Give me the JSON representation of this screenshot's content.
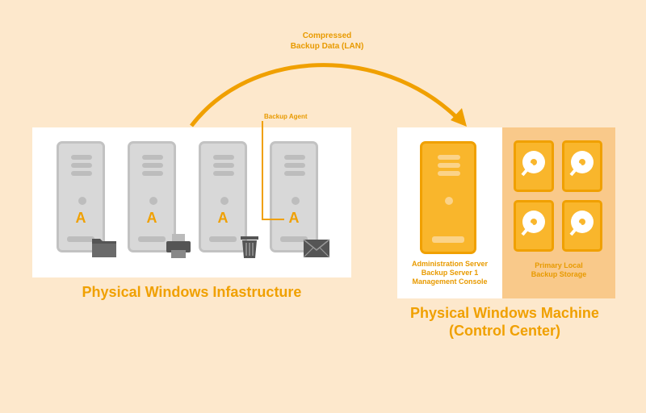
{
  "arrow_label_line1": "Compressed",
  "arrow_label_line2": "Backup Data (LAN)",
  "agent_label": "Backup Agent",
  "server_letter": "A",
  "infrastructure_title": "Physical Windows Infastructure",
  "control_title_line1": "Physical Windows Machine",
  "control_title_line2": "(Control Center)",
  "admin_label_line1": "Administration Server",
  "admin_label_line2": "Backup Server 1",
  "admin_label_line3": "Management Console",
  "storage_label_line1": "Primary Local",
  "storage_label_line2": "Backup Storage",
  "peripherals": [
    "folder-icon",
    "printer-icon",
    "trash-icon",
    "envelope-icon"
  ],
  "colors": {
    "accent": "#f0a000",
    "background": "#fde8cc",
    "server_gray": "#d8d8d8",
    "storage_panel": "#f9c98a"
  }
}
